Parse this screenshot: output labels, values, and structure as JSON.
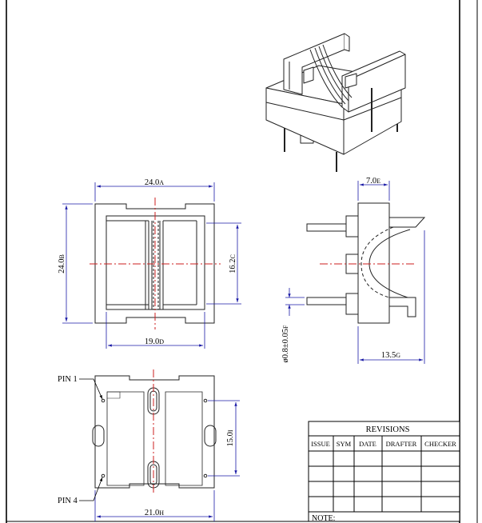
{
  "dimensions": {
    "top_width": "24.0",
    "top_width_tag": "A",
    "left_height": "24.0",
    "left_height_tag": "B",
    "inner_height": "16.2",
    "inner_height_tag": "C",
    "inner_width": "19.0",
    "inner_width_tag": "D",
    "side_depth": "7.0",
    "side_depth_tag": "E",
    "pin_diameter": "ø0.8±0.05",
    "pin_diameter_tag": "F",
    "side_length": "13.5",
    "side_length_tag": "G",
    "bottom_width": "21.0",
    "bottom_width_tag": "H",
    "bottom_pin_spacing": "15.0",
    "bottom_pin_spacing_tag": "I"
  },
  "pins": {
    "pin1": "PIN 1",
    "pin4": "PIN 4"
  },
  "revisions": {
    "title": "REVISIONS",
    "columns": [
      "ISSUE",
      "SYM",
      "DATE",
      "DRAFTER",
      "CHECKER"
    ],
    "note_label": "NOTE:"
  },
  "colors": {
    "dimension_lines": "#1a1aa6",
    "center_lines": "#cc1f1f",
    "outline": "#222222"
  }
}
